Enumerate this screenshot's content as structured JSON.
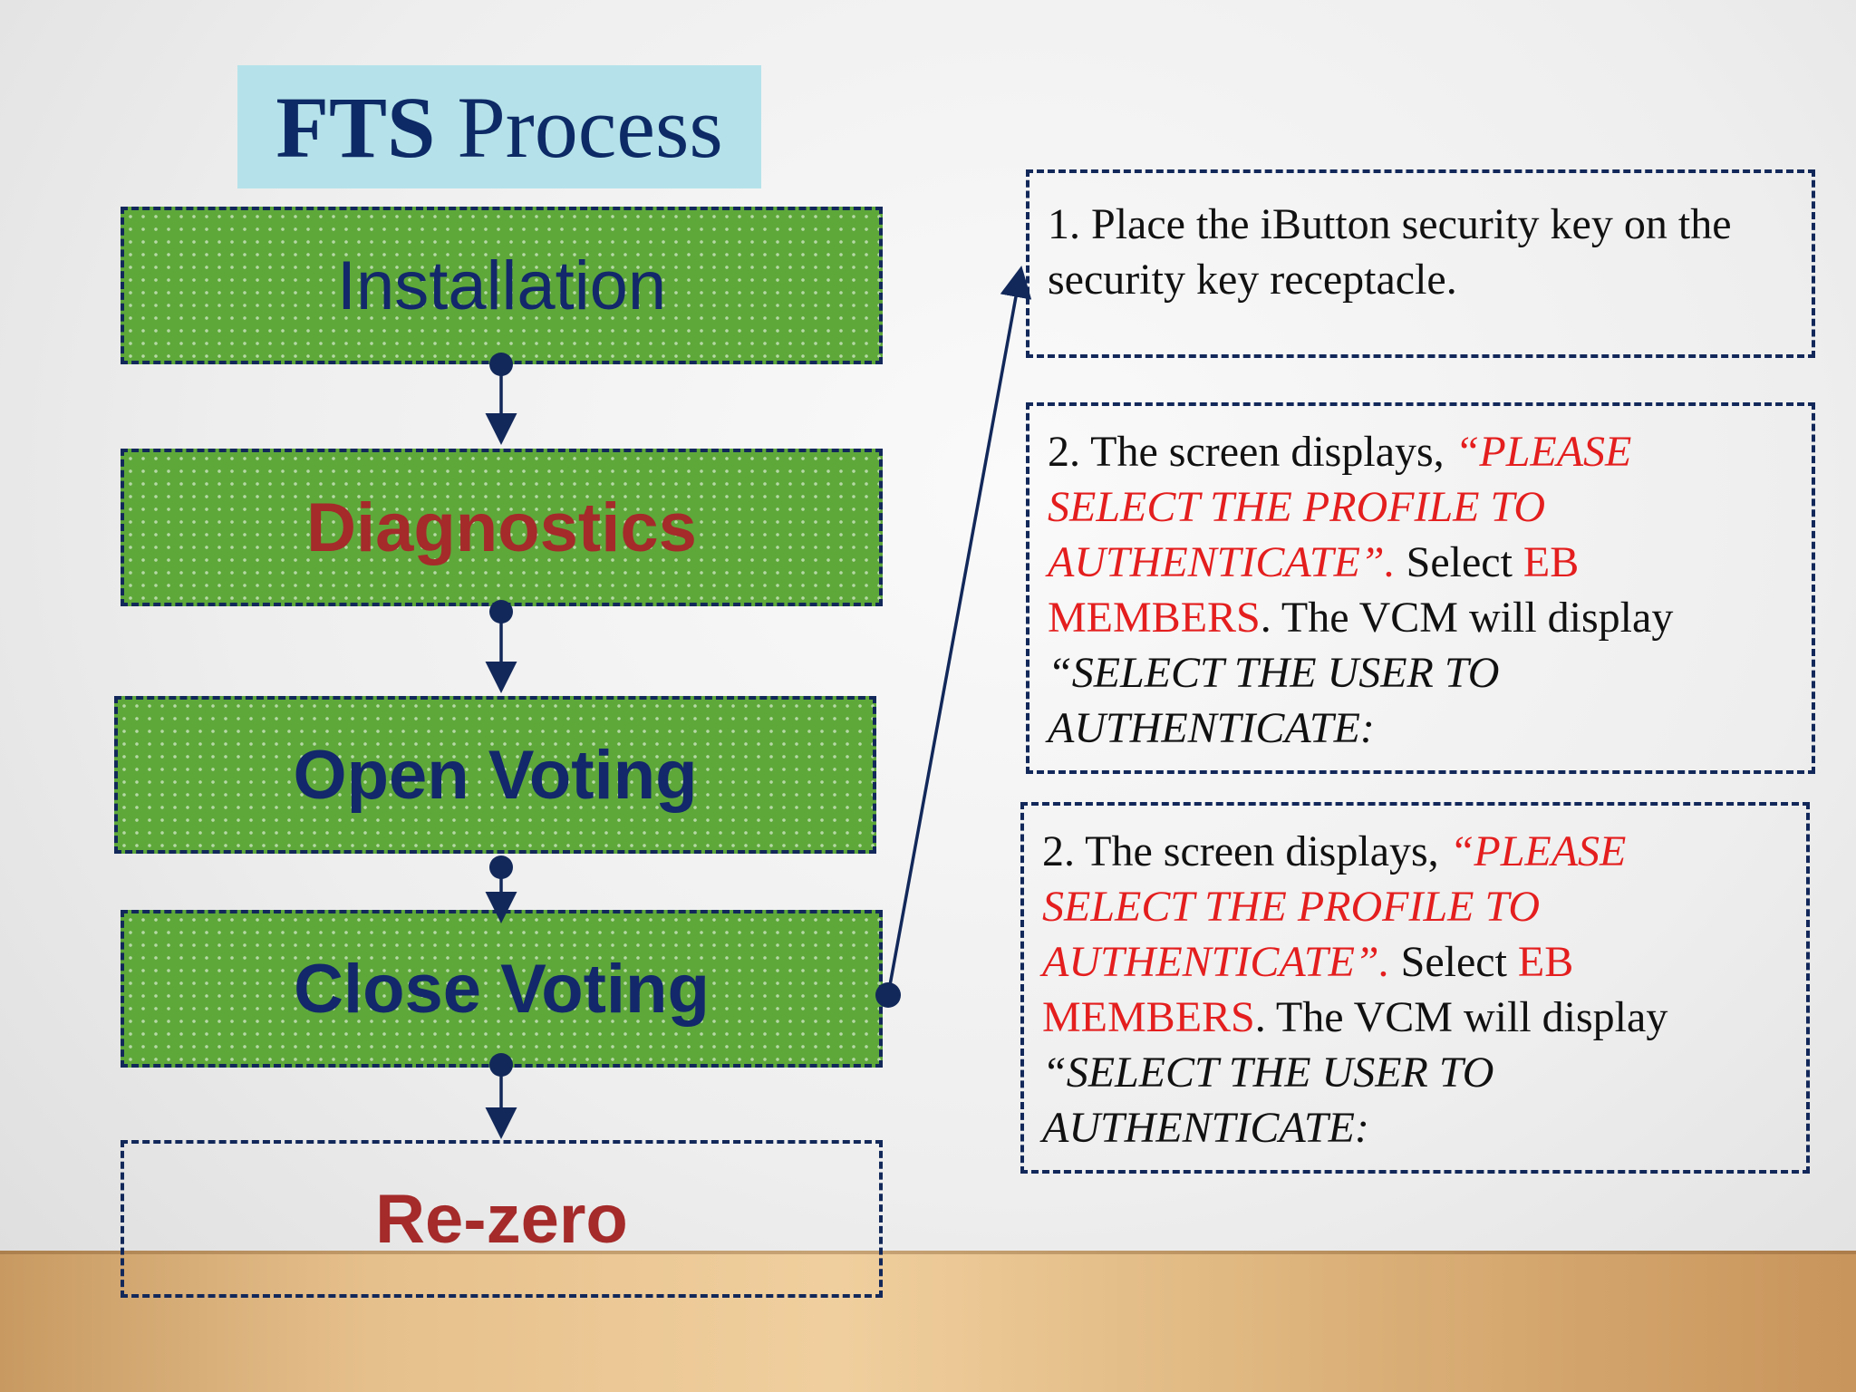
{
  "title": {
    "bold": "FTS",
    "rest": "Process"
  },
  "steps": [
    {
      "label": "Installation"
    },
    {
      "label": "Diagnostics"
    },
    {
      "label": "Open Voting"
    },
    {
      "label": "Close Voting"
    },
    {
      "label": "Re-zero"
    }
  ],
  "notes": {
    "note1": {
      "text": "1. Place the iButton security key on the security key receptacle."
    },
    "note2": {
      "prefix": "2. The screen displays,",
      "quote_profile": "“PLEASE SELECT THE PROFILE TO AUTHENTICATE”.",
      "select": "Select",
      "eb_members": "EB MEMBERS",
      "vcm_text": ". The VCM will display",
      "quote_user": "“SELECT THE USER TO AUTHENTICATE:"
    },
    "note3": {
      "prefix": "2. The screen displays,",
      "quote_profile": "“PLEASE SELECT THE PROFILE TO AUTHENTICATE”.",
      "select": "Select",
      "eb_members": "EB MEMBERS",
      "vcm_text": ". The VCM will display",
      "quote_user": "“SELECT THE USER TO AUTHENTICATE:"
    }
  },
  "colors": {
    "step_fill": "#5ea83a",
    "navy": "#12286a",
    "dark_red": "#a52a2a",
    "highlight_red": "#e41e1e",
    "title_bg": "#b5e2ea"
  }
}
